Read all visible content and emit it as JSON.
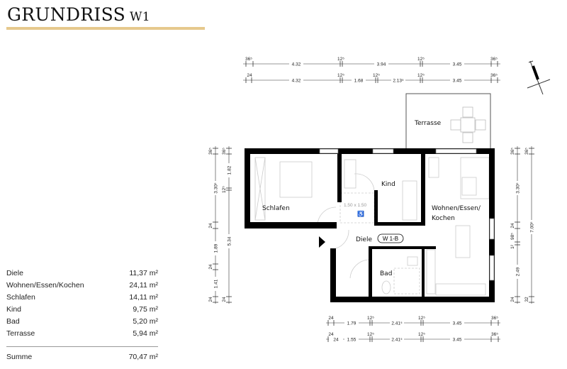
{
  "header": {
    "title": "GRUNDRISS",
    "subtitle": "W1",
    "accent_color": "#e6c98d"
  },
  "areas": [
    {
      "room": "Diele",
      "area": "11,37 m²"
    },
    {
      "room": "Wohnen/Essen/Kochen",
      "area": "24,11 m²"
    },
    {
      "room": "Schlafen",
      "area": "14,11 m²"
    },
    {
      "room": "Kind",
      "area": "9,75 m²"
    },
    {
      "room": "Bad",
      "area": "5,20 m²"
    },
    {
      "room": "Terrasse",
      "area": "5,94 m²"
    }
  ],
  "total": {
    "label": "Summe",
    "area": "70,47 m²"
  },
  "plan": {
    "rooms": {
      "schlafen": "Schlafen",
      "kind": "Kind",
      "wohnen_1": "Wohnen/Essen/",
      "wohnen_2": "Kochen",
      "diele": "Diele",
      "bad": "Bad",
      "terrasse": "Terrasse"
    },
    "unit_badge": "W 1-B",
    "turning_circle": "1.50 x 1.50"
  },
  "dims": {
    "top1": [
      "36⁵",
      "4.32",
      "12⁵",
      "3.94",
      "12⁵",
      "3.45",
      "36⁵"
    ],
    "top2": [
      "24",
      "4.32",
      "12⁵",
      "1.68",
      "12⁵",
      "2.13⁵",
      "12⁵",
      "3.45",
      "36⁵"
    ],
    "bottom1": [
      "24",
      "1.79",
      "12⁵",
      "2.41⁵",
      "12⁵",
      "3.45",
      "36⁵"
    ],
    "bottom2": [
      "24",
      "24",
      "1.55",
      "12⁵",
      "2.41⁵",
      "12⁵",
      "3.45",
      "36⁵"
    ],
    "left_outer": [
      "36⁵",
      "3.30⁵",
      "24",
      "1.89",
      "24",
      "1.41",
      "24"
    ],
    "left_inner": [
      "36⁵",
      "1.82",
      "12⁵",
      "5.34",
      "24"
    ],
    "right_inner": [
      "36⁵",
      "3.30⁵",
      "24",
      "98⁵",
      "1²",
      "2.49",
      "24"
    ],
    "right_outer": [
      "36⁵",
      "7.00⁵",
      "32"
    ]
  }
}
